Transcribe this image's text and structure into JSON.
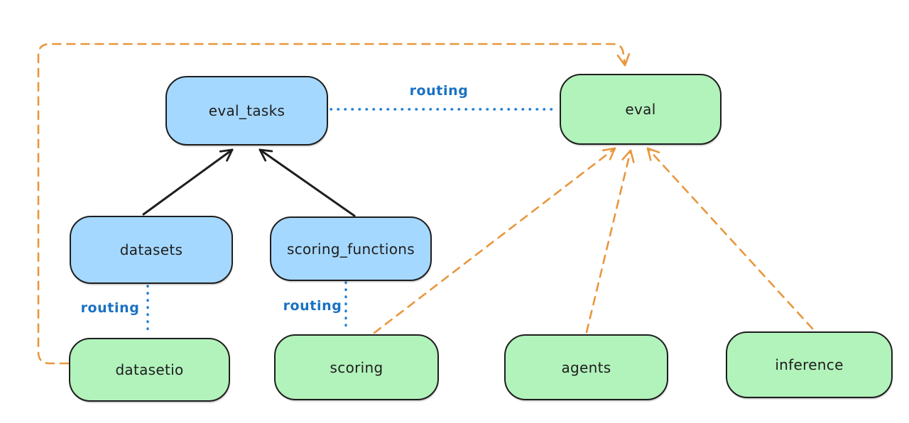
{
  "diagram": {
    "background": "#ffffff",
    "nodes": {
      "eval_tasks": {
        "label": "eval_tasks",
        "kind": "resource",
        "fill": "#a5d8ff"
      },
      "datasets": {
        "label": "datasets",
        "kind": "resource",
        "fill": "#a5d8ff"
      },
      "scoring_functions": {
        "label": "scoring_functions",
        "kind": "resource",
        "fill": "#a5d8ff"
      },
      "eval": {
        "label": "eval",
        "kind": "api",
        "fill": "#b2f2bb"
      },
      "datasetio": {
        "label": "datasetio",
        "kind": "api",
        "fill": "#b2f2bb"
      },
      "scoring": {
        "label": "scoring",
        "kind": "api",
        "fill": "#b2f2bb"
      },
      "agents": {
        "label": "agents",
        "kind": "api",
        "fill": "#b2f2bb"
      },
      "inference": {
        "label": "inference",
        "kind": "api",
        "fill": "#b2f2bb"
      }
    },
    "edges": [
      {
        "from": "datasets",
        "to": "eval_tasks",
        "style": "solid-arrow",
        "color": "#1e1e1e",
        "label": ""
      },
      {
        "from": "scoring_functions",
        "to": "eval_tasks",
        "style": "solid-arrow",
        "color": "#1e1e1e",
        "label": ""
      },
      {
        "from": "eval_tasks",
        "to": "eval",
        "style": "dotted",
        "color": "#1c7ed6",
        "label": "routing"
      },
      {
        "from": "datasets",
        "to": "datasetio",
        "style": "dotted",
        "color": "#1c7ed6",
        "label": "routing"
      },
      {
        "from": "scoring_functions",
        "to": "scoring",
        "style": "dotted",
        "color": "#1c7ed6",
        "label": "routing"
      },
      {
        "from": "datasetio",
        "to": "eval",
        "style": "dashed-arrow",
        "color": "#e8973c",
        "label": "",
        "route": "loop-around-top-left"
      },
      {
        "from": "scoring",
        "to": "eval",
        "style": "dashed-arrow",
        "color": "#e8973c",
        "label": ""
      },
      {
        "from": "agents",
        "to": "eval",
        "style": "dashed-arrow",
        "color": "#e8973c",
        "label": ""
      },
      {
        "from": "inference",
        "to": "eval",
        "style": "dashed-arrow",
        "color": "#e8973c",
        "label": ""
      }
    ],
    "colors": {
      "node_border": "#1e1e1e",
      "blue_fill": "#a5d8ff",
      "green_fill": "#b2f2bb",
      "routing_text": "#1971c2",
      "routing_line": "#1c7ed6",
      "dashed_orange": "#e8973c",
      "solid_black": "#1e1e1e"
    }
  }
}
